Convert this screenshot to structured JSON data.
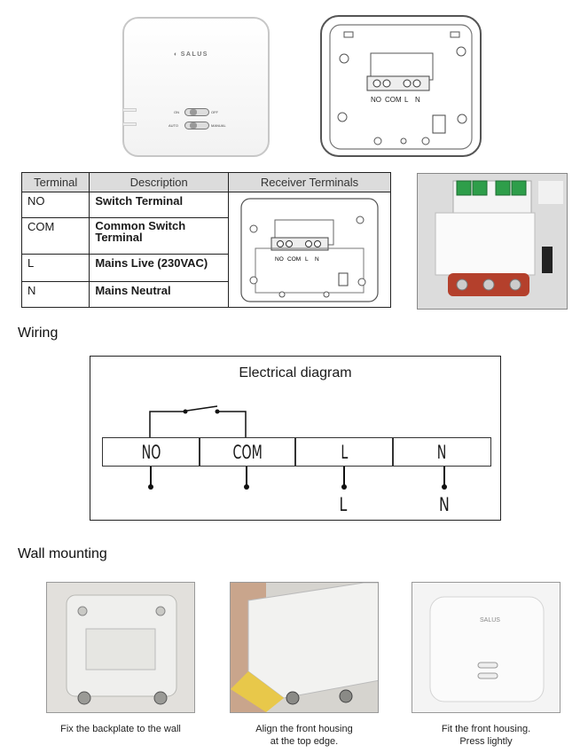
{
  "device": {
    "logo": "SALUS",
    "switch_top_left": "ON",
    "switch_top_right": "OFF",
    "switch_bottom_left": "AUTO",
    "switch_bottom_right": "MANUAL"
  },
  "backplate": {
    "terminal_labels": [
      "NO",
      "COM",
      "L",
      "N"
    ]
  },
  "table": {
    "headers": [
      "Terminal",
      "Description",
      "Receiver Terminals"
    ],
    "rows": [
      {
        "terminal": "NO",
        "description": "Switch Terminal"
      },
      {
        "terminal": "COM",
        "description": "Common Switch Terminal"
      },
      {
        "terminal": "L",
        "description": "Mains Live (230VAC)"
      },
      {
        "terminal": "N",
        "description": "Mains Neutral"
      }
    ],
    "small_diagram_labels": [
      "NO",
      "COM",
      "L",
      "N"
    ]
  },
  "sections": {
    "wiring": "Wiring",
    "wall_mounting": "Wall mounting"
  },
  "diagram": {
    "title": "Electrical diagram",
    "terminals": [
      "NO",
      "COM",
      "L",
      "N"
    ],
    "outputs": [
      "L",
      "N"
    ]
  },
  "mounting": {
    "captions": [
      "Fix the backplate to the wall",
      "Align the front housing\nat the top edge.",
      "Fit the front housing.\nPress lightly"
    ]
  }
}
